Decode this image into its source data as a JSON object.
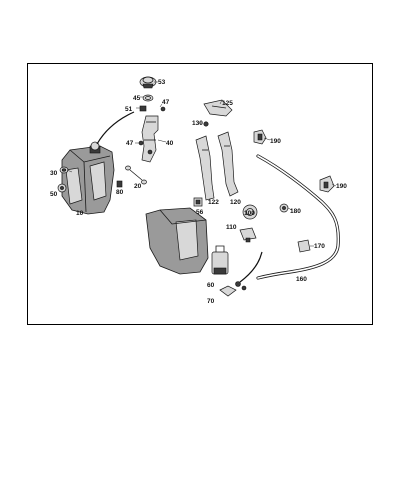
{
  "callouts": {
    "c10": "10",
    "c20": "20",
    "c30": "30",
    "c40": "40",
    "c45": "45",
    "c47a": "47",
    "c47b": "47",
    "c50": "50",
    "c51": "51",
    "c53": "53",
    "c56": "56",
    "c60": "60",
    "c70": "70",
    "c80": "80",
    "c100": "100",
    "c110": "110",
    "c120": "120",
    "c122": "122",
    "c125": "125",
    "c130": "130",
    "c160": "160",
    "c170": "170",
    "c180": "180",
    "c190a": "190",
    "c190b": "190"
  },
  "colors": {
    "line": "#1a1a1a",
    "tank_fill": "#9a9a9a",
    "background": "#ffffff"
  }
}
